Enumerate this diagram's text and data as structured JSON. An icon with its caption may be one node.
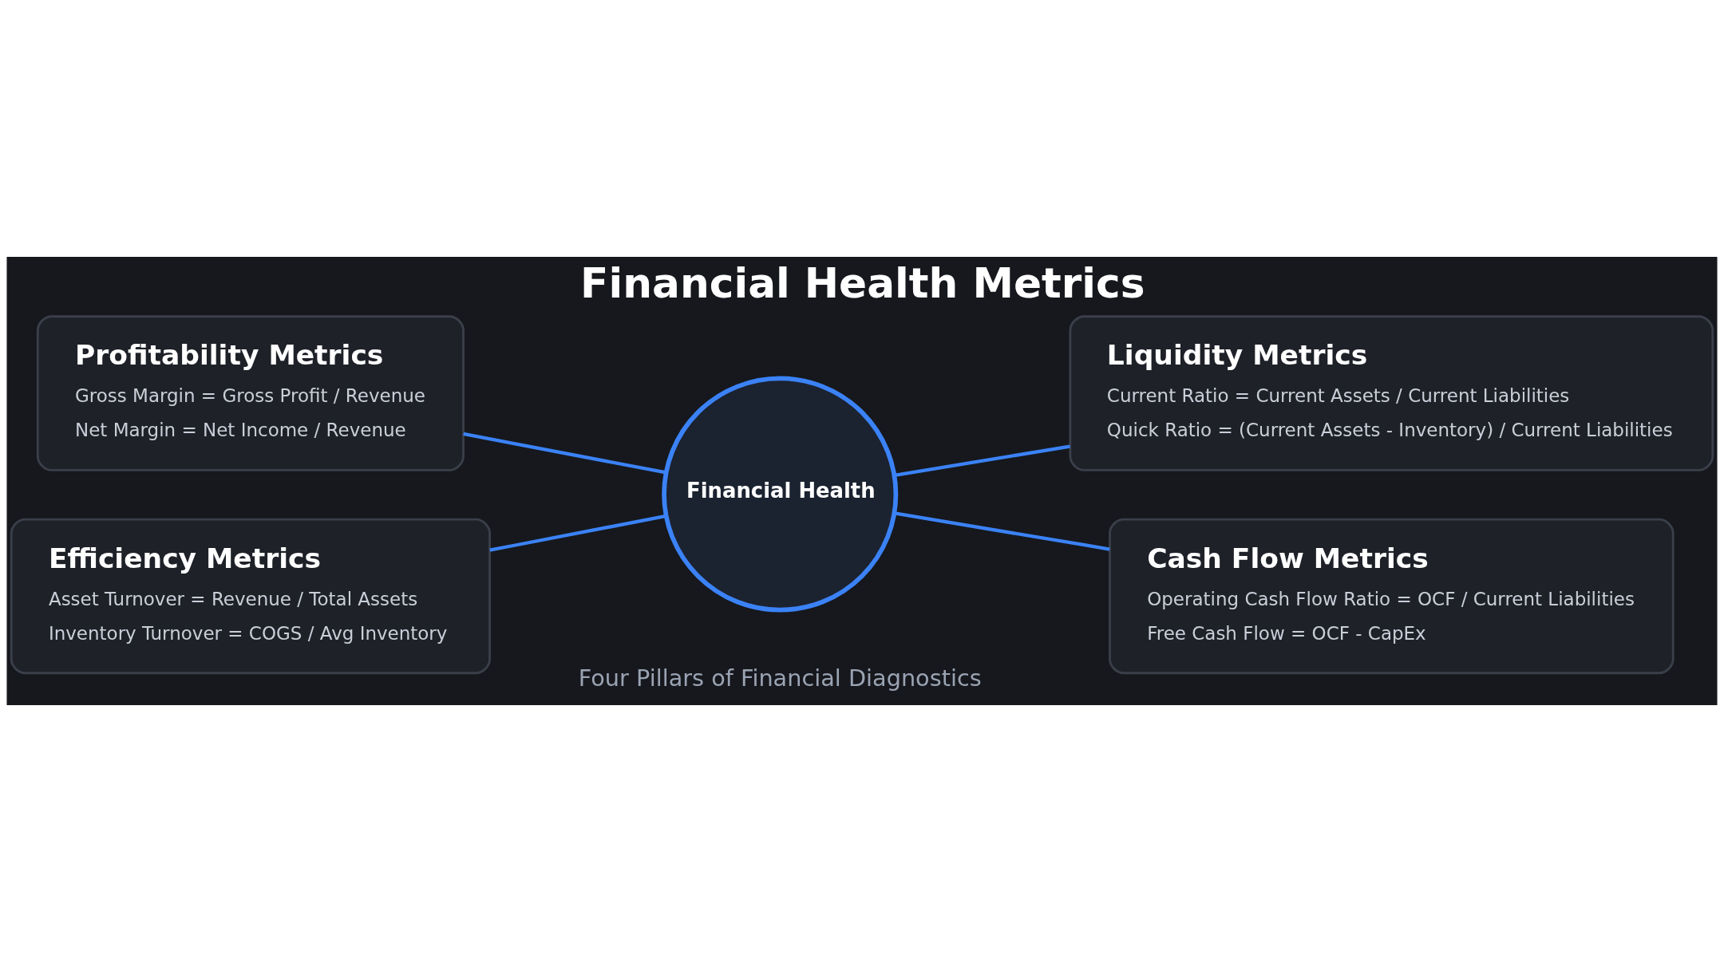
{
  "diagram": {
    "title": "Financial Health Metrics",
    "nodes": [
      {
        "text": [
          "Profitability Metrics",
          "Gross Margin = Gross Profit / Revenue",
          "Net Margin = Net Income / Revenue"
        ]
      },
      {
        "text": [
          "Liquidity Metrics",
          "Current Ratio = Current Assets / Current Liabilities",
          "Quick Ratio = (Current Assets - Inventory) / Current Liabilities"
        ]
      },
      {
        "text": [
          "Financial Health"
        ]
      },
      {
        "text": [
          "Efficiency Metrics",
          "Asset Turnover = Revenue / Total Assets",
          "Inventory Turnover = COGS / Avg Inventory"
        ]
      },
      {
        "text": [
          "Cash Flow Metrics",
          "Operating Cash Flow Ratio = OCF / Current Liabilities",
          "Free Cash Flow = OCF - CapEx"
        ]
      }
    ],
    "edges": [
      {
        "from": 0,
        "to": 2,
        "arrow": "none"
      },
      {
        "from": 2,
        "to": 1,
        "arrow": "none"
      },
      {
        "from": 3,
        "to": 2,
        "arrow": "none"
      },
      {
        "from": 2,
        "to": 4,
        "arrow": "none"
      }
    ],
    "labels": [
      "Four Pillars of Financial Diagnostics"
    ]
  }
}
